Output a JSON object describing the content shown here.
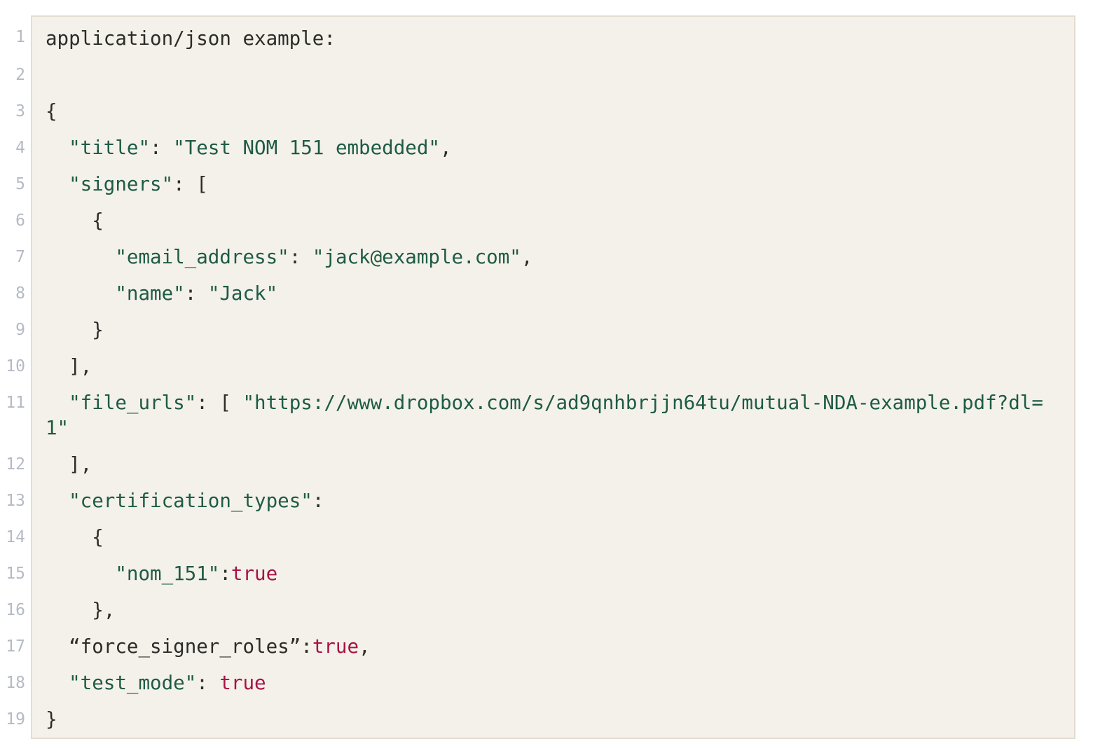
{
  "colors": {
    "page_background": "#ffffff",
    "code_background": "#f4f1ea",
    "code_border": "#e3ddd0",
    "default_text": "#2c2c29",
    "string_text": "#1e5b45",
    "boolean_text": "#a81245",
    "line_number_text": "#b4bac5"
  },
  "code_block": {
    "lines": [
      {
        "number": "1",
        "tokens": [
          {
            "type": "plain",
            "text": "application/json example:"
          }
        ]
      },
      {
        "number": "2",
        "tokens": []
      },
      {
        "number": "3",
        "tokens": [
          {
            "type": "plain",
            "text": "{"
          }
        ]
      },
      {
        "number": "4",
        "tokens": [
          {
            "type": "plain",
            "text": "  "
          },
          {
            "type": "string",
            "text": "\"title\""
          },
          {
            "type": "plain",
            "text": ": "
          },
          {
            "type": "string",
            "text": "\"Test NOM 151 embedded\""
          },
          {
            "type": "plain",
            "text": ","
          }
        ]
      },
      {
        "number": "5",
        "tokens": [
          {
            "type": "plain",
            "text": "  "
          },
          {
            "type": "string",
            "text": "\"signers\""
          },
          {
            "type": "plain",
            "text": ": ["
          }
        ]
      },
      {
        "number": "6",
        "tokens": [
          {
            "type": "plain",
            "text": "    {"
          }
        ]
      },
      {
        "number": "7",
        "tokens": [
          {
            "type": "plain",
            "text": "      "
          },
          {
            "type": "string",
            "text": "\"email_address\""
          },
          {
            "type": "plain",
            "text": ": "
          },
          {
            "type": "string",
            "text": "\"jack@example.com\""
          },
          {
            "type": "plain",
            "text": ","
          }
        ]
      },
      {
        "number": "8",
        "tokens": [
          {
            "type": "plain",
            "text": "      "
          },
          {
            "type": "string",
            "text": "\"name\""
          },
          {
            "type": "plain",
            "text": ": "
          },
          {
            "type": "string",
            "text": "\"Jack\""
          }
        ]
      },
      {
        "number": "9",
        "tokens": [
          {
            "type": "plain",
            "text": "    }"
          }
        ]
      },
      {
        "number": "10",
        "tokens": [
          {
            "type": "plain",
            "text": "  ],"
          }
        ]
      },
      {
        "number": "11",
        "tokens": [
          {
            "type": "plain",
            "text": "  "
          },
          {
            "type": "string",
            "text": "\"file_urls\""
          },
          {
            "type": "plain",
            "text": ": [ "
          },
          {
            "type": "string",
            "text": "\"https://www.dropbox.com/s/ad9qnhbrjjn64tu/mutual-NDA-example.pdf?dl=1\""
          }
        ]
      },
      {
        "number": "12",
        "tokens": [
          {
            "type": "plain",
            "text": "  ],"
          }
        ]
      },
      {
        "number": "13",
        "tokens": [
          {
            "type": "plain",
            "text": "  "
          },
          {
            "type": "string",
            "text": "\"certification_types\""
          },
          {
            "type": "plain",
            "text": ":"
          }
        ]
      },
      {
        "number": "14",
        "tokens": [
          {
            "type": "plain",
            "text": "    {"
          }
        ]
      },
      {
        "number": "15",
        "tokens": [
          {
            "type": "plain",
            "text": "      "
          },
          {
            "type": "string",
            "text": "\"nom_151\""
          },
          {
            "type": "plain",
            "text": ":"
          },
          {
            "type": "boolean",
            "text": "true"
          }
        ]
      },
      {
        "number": "16",
        "tokens": [
          {
            "type": "plain",
            "text": "    },"
          }
        ]
      },
      {
        "number": "17",
        "tokens": [
          {
            "type": "plain",
            "text": "  “force_signer_roles”:"
          },
          {
            "type": "boolean",
            "text": "true"
          },
          {
            "type": "plain",
            "text": ","
          }
        ]
      },
      {
        "number": "18",
        "tokens": [
          {
            "type": "plain",
            "text": "  "
          },
          {
            "type": "string",
            "text": "\"test_mode\""
          },
          {
            "type": "plain",
            "text": ": "
          },
          {
            "type": "boolean",
            "text": "true"
          }
        ]
      },
      {
        "number": "19",
        "tokens": [
          {
            "type": "plain",
            "text": "}"
          }
        ]
      }
    ]
  }
}
